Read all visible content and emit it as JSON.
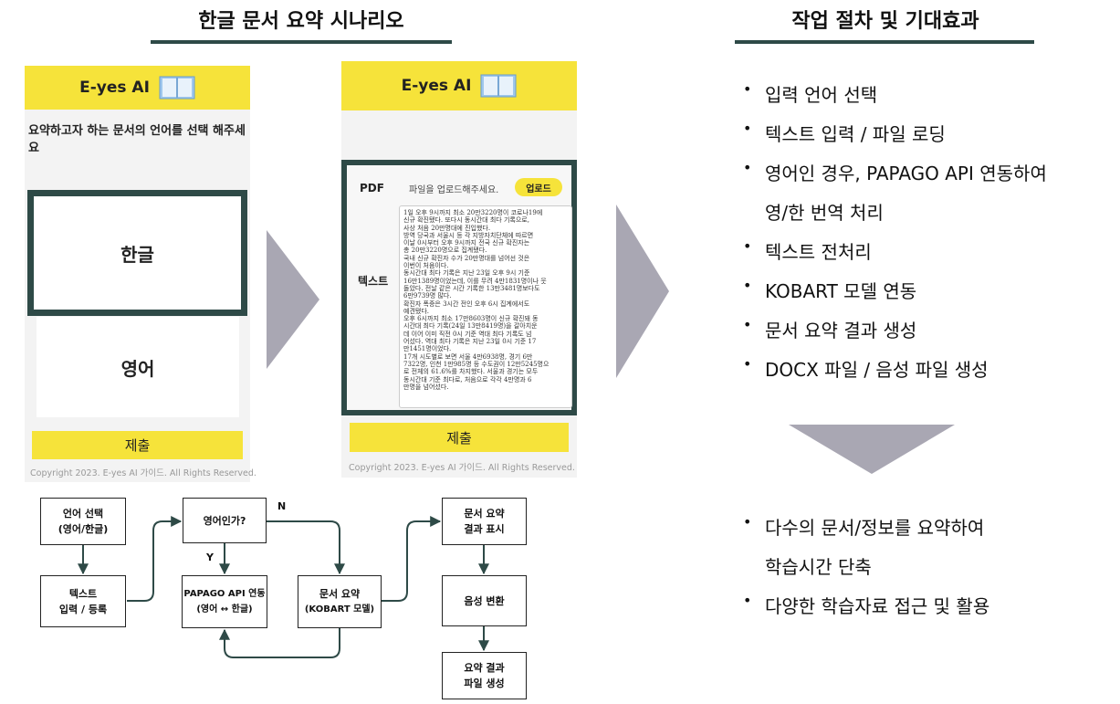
{
  "left_section": {
    "title": "한글 문서 요약 시나리오"
  },
  "right_section": {
    "title": "작업 절차 및 기대효과"
  },
  "app": {
    "brand": "E-yes AI",
    "submit_label": "제출",
    "copyright": "Copyright 2023. E-yes AI 가이드. All Rights Reserved."
  },
  "screen1": {
    "prompt": "요약하고자 하는 문서의 언어를 선택 해주세요",
    "option_korean": "한글",
    "option_english": "영어"
  },
  "screen2": {
    "pdf_label": "PDF",
    "upload_hint": "파일을 업로드해주세요.",
    "upload_button": "업로드",
    "text_label": "텍스트",
    "text_content": [
      "1일 오후 9시까지 최소 20만3220명이 코로나19에",
      "신규 확진됐다. 또다시 동시간대 최다 기록으로,",
      "사상 처음 20만명대에 진입했다.",
      "방역 당국과 서울시 등 각 지방자치단체에 따르면",
      "이날 0시부터 오후 9시까지 전국 신규 확진자는",
      "총 20만3220명으로 집계됐다.",
      "국내 신규 확진자 수가 20만명대를 넘어선 것은",
      "이번이 처음이다.",
      "동시간대 최다 기록은 지난 23일 오후 9시 기준",
      "16만1389명이었는데, 이를 무려 4만1831명이나 웃",
      "돌았다. 전날 같은 시간 기록한 13만3481명보다도",
      "6만9739명 많다.",
      "확진자 폭증은 3시간 전인 오후 6시 집계에서도",
      "예견됐다.",
      "오후 6시까지 최소 17만8603명이 신규 확진돼 동",
      "시간대 최다 기록(24일 13만8419명)을 갈아치운",
      "데 이어 이미 직전 0시 기준 역대 최다 기록도 넘",
      "어섰다. 역대 최다 기록은 지난 23일 0시 기준 17",
      "만1451명이었다.",
      "17개 시도별로 보면 서울 4만6938명, 경기 6만",
      "7322명, 인천 1만985명 등 수도권이 12만5245명으",
      "로 전체의 61.6%를 차지했다. 서울과 경기는 모두",
      "동시간대 기준 최다로, 처음으로 각각 4만명과 6",
      "만명을 넘어섰다."
    ]
  },
  "procedure": {
    "items": [
      "입력 언어 선택",
      "텍스트 입력 / 파일 로딩",
      "영어인 경우, PAPAGO API 연동하여",
      "영/한 번역 처리",
      "텍스트 전처리",
      "KOBART 모델 연동",
      "문서 요약 결과 생성",
      "DOCX 파일 / 음성 파일 생성"
    ]
  },
  "effects": {
    "items": [
      "다수의 문서/정보를 요약하여",
      "학습시간 단축",
      "다양한 학습자료 접근 및 활용"
    ]
  },
  "flowchart": {
    "lang_select": [
      "언어 선택",
      "(영어/한글)"
    ],
    "text_input": [
      "텍스트",
      "입력 / 등록"
    ],
    "is_english": "영어인가?",
    "papago": [
      "PAPAGO API 연동",
      "(영어 ↔ 한글)"
    ],
    "summarize": [
      "문서 요약",
      "(KOBART 모델)"
    ],
    "show_result": [
      "문서 요약",
      "결과 표시"
    ],
    "tts": "음성 변환",
    "make_file": [
      "요약 결과",
      "파일 생성"
    ],
    "label_no": "N",
    "label_yes": "Y"
  },
  "colors": {
    "accent_dark_green": "#2e4a47",
    "brand_yellow": "#f6e33a",
    "arrow_gray": "#a9a7b3"
  }
}
